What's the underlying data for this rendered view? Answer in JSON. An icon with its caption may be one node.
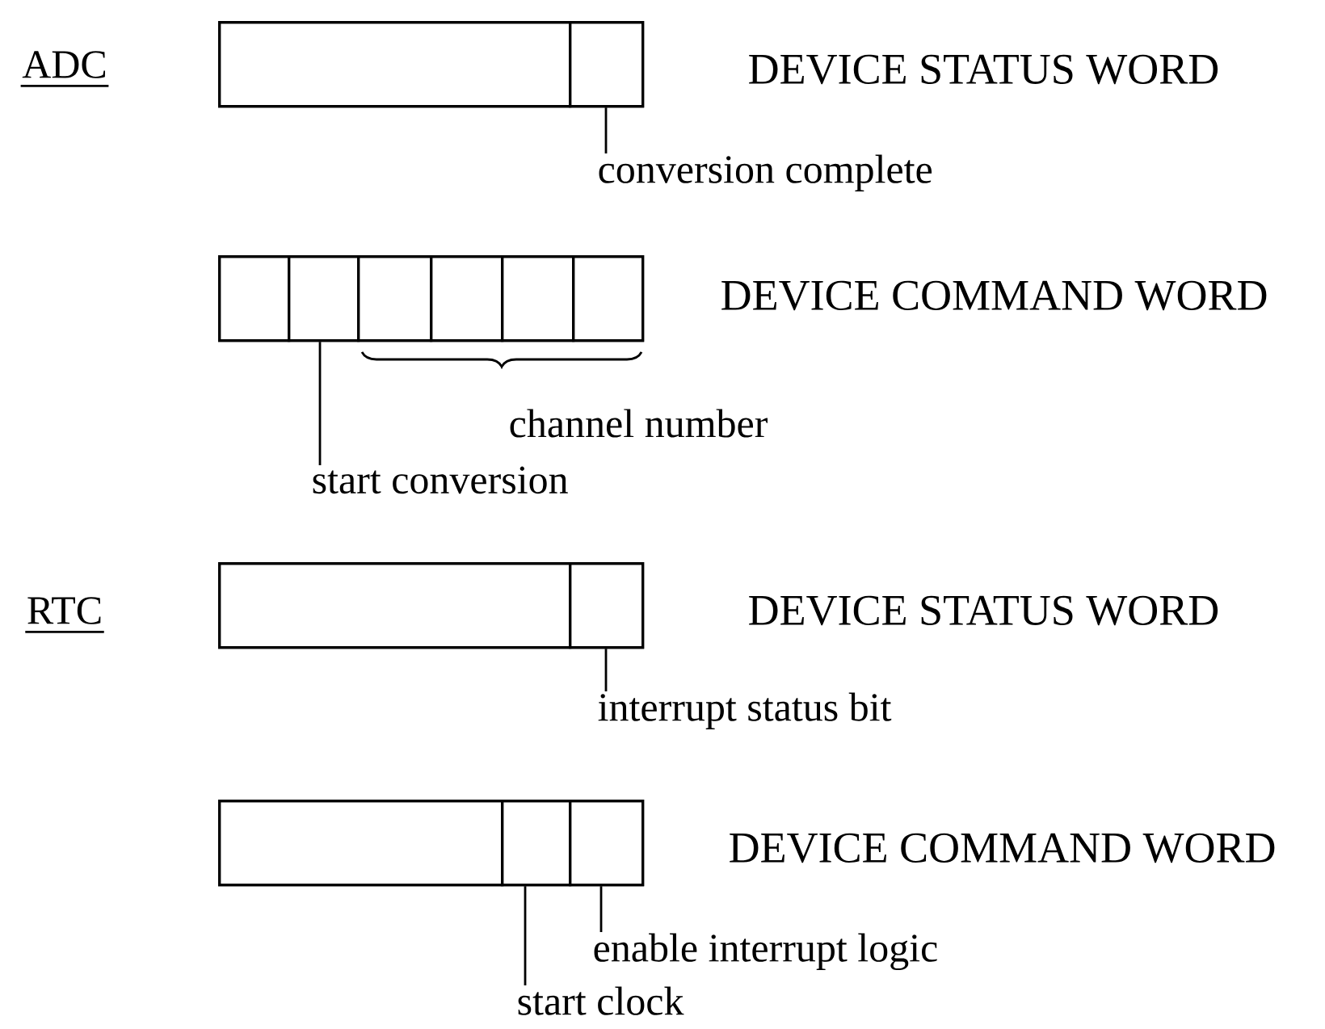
{
  "diagram": {
    "nodes": [
      {
        "text": [],
        "shape": "box",
        "beside": [
          "DEVICE STATUS WORD"
        ]
      },
      {
        "text": [],
        "shape": "box",
        "in": 0
      },
      {
        "text": [],
        "shape": "box",
        "in": 0
      },
      {
        "text": [
          "conversion complete"
        ]
      },
      {
        "text": [],
        "shape": "box",
        "beside": [
          "DEVICE COMMAND WORD"
        ]
      },
      {
        "text": [],
        "shape": "box",
        "in": 4
      },
      {
        "text": [],
        "shape": "box",
        "in": 4
      },
      {
        "text": [],
        "shape": "box",
        "in": 4
      },
      {
        "text": [],
        "shape": "box",
        "in": 4
      },
      {
        "text": [],
        "shape": "box",
        "in": 4
      },
      {
        "text": [],
        "shape": "box",
        "in": 4
      },
      {
        "text": [
          "start conversion"
        ]
      },
      {
        "text": [],
        "shape": "box",
        "beside": [
          "DEVICE STATUS WORD"
        ]
      },
      {
        "text": [],
        "shape": "box",
        "in": 12
      },
      {
        "text": [],
        "shape": "box",
        "in": 12
      },
      {
        "text": [
          "interrupt status bit"
        ]
      },
      {
        "text": [],
        "shape": "box",
        "beside": [
          "DEVICE COMMAND WORD"
        ]
      },
      {
        "text": [],
        "shape": "box",
        "in": 16
      },
      {
        "text": [],
        "shape": "box",
        "in": 16
      },
      {
        "text": [],
        "shape": "box",
        "in": 16
      },
      {
        "text": [
          "enable interrupt logic"
        ]
      },
      {
        "text": [
          "start clock"
        ]
      }
    ],
    "edges": [
      {
        "from": 3,
        "to": 2,
        "arrow": "none"
      },
      {
        "from": 11,
        "to": 6,
        "arrow": "none"
      },
      {
        "from": 15,
        "to": 14,
        "arrow": "none"
      },
      {
        "from": 20,
        "to": 19,
        "arrow": "none"
      },
      {
        "from": 21,
        "to": 18,
        "arrow": "none"
      }
    ],
    "labels": [
      "ADC",
      "channel number",
      "RTC"
    ]
  }
}
